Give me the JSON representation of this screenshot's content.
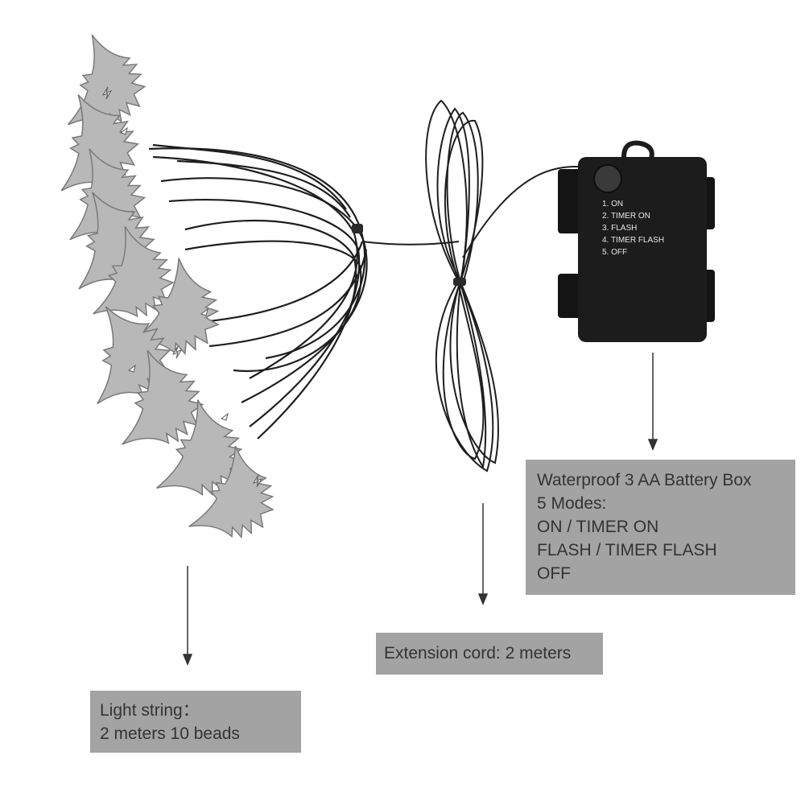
{
  "battery_box": {
    "mode_list": [
      "1. ON",
      "2. TIMER ON",
      "3. FLASH",
      "4. TIMER FLASH",
      "5. OFF"
    ]
  },
  "callouts": {
    "battery": {
      "lines": [
        "Waterproof 3 AA Battery Box",
        "5 Modes:",
        "ON / TIMER ON",
        "FLASH / TIMER FLASH",
        "OFF"
      ]
    },
    "extension": {
      "lines": [
        "Extension cord: 2 meters"
      ]
    },
    "light_string": {
      "lines": [
        "Light string：",
        "2 meters 10 beads"
      ]
    }
  },
  "colors": {
    "label_background": "#a3a3a3",
    "label_text": "#333333",
    "bat_silver": "#b8b8b8",
    "wire": "#1e1e1e",
    "battery_box": "#1c1c1c"
  }
}
